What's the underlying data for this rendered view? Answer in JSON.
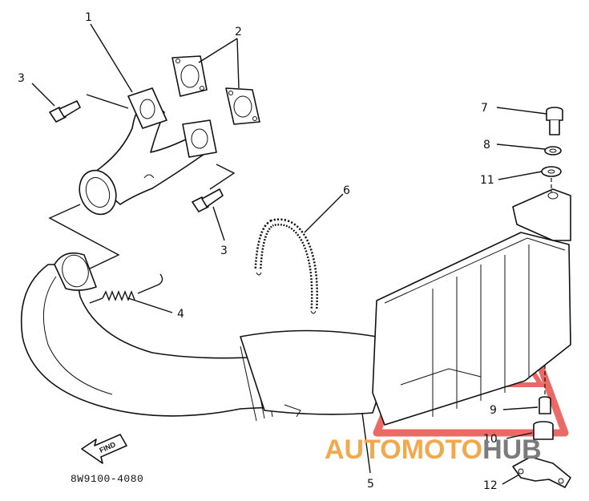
{
  "diagram": {
    "callouts": [
      {
        "id": "1",
        "label": "1"
      },
      {
        "id": "2",
        "label": "2"
      },
      {
        "id": "3a",
        "label": "3"
      },
      {
        "id": "3b",
        "label": "3"
      },
      {
        "id": "4",
        "label": "4"
      },
      {
        "id": "5",
        "label": "5"
      },
      {
        "id": "6",
        "label": "6"
      },
      {
        "id": "7",
        "label": "7"
      },
      {
        "id": "8",
        "label": "8"
      },
      {
        "id": "9",
        "label": "9"
      },
      {
        "id": "10",
        "label": "10"
      },
      {
        "id": "11",
        "label": "11"
      },
      {
        "id": "12",
        "label": "12"
      }
    ],
    "part_code": "8W9100-4080",
    "find_label": "FIND"
  },
  "watermark": {
    "text_left": "AUTOMOTO",
    "text_right": "HUB",
    "color_left": "#f2a94e",
    "color_right": "#7b7b7b",
    "logo_color": "#e8504a"
  }
}
